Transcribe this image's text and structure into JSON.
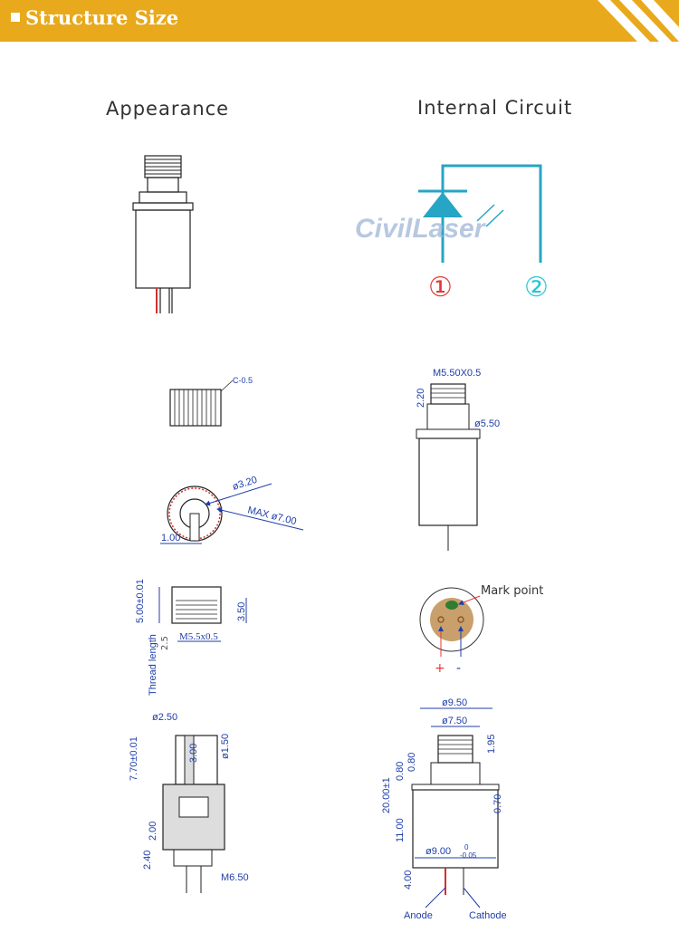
{
  "banner": {
    "title": "Structure Size"
  },
  "headings": {
    "appearance": "Appearance",
    "internal_circuit": "Internal Circuit"
  },
  "watermark": "CivilLaser",
  "circuit": {
    "pin1": "①",
    "pin2": "②",
    "pin1_color": "#e53935",
    "pin2_color": "#26c6da",
    "line_color": "#26a5c4"
  },
  "cap_top": {
    "chamfer": "C-0.5"
  },
  "cap_end": {
    "d_inner": "ø3.20",
    "d_max": "MAX ø7.00",
    "slot": "1.00"
  },
  "cap_section": {
    "height": "5.00±0.01",
    "thread_h": "3.50",
    "thread": "M5.5x0.5",
    "thread_length_label": "Thread length",
    "thread_length": "2.5"
  },
  "cap_full": {
    "d_top": "ø2.50",
    "h": "7.70±0.01",
    "d_bore": "ø1.50",
    "bore_h": "3.00",
    "h2": "2.00",
    "h3": "2.40",
    "thread": "M6.50"
  },
  "diode_side": {
    "thread": "M5.50X0.5",
    "thread_h": "2.20",
    "d_tip": "ø5.50"
  },
  "pin_view": {
    "mark": "Mark point",
    "plus": "+",
    "minus": "-"
  },
  "diode_dims": {
    "d_outer": "ø9.50",
    "d_mid": "ø7.50",
    "top_h": "1.95",
    "total_h": "20.00±1",
    "step1": "0.80",
    "step2": "0.80",
    "body_h": "11.00",
    "flange": "0.70",
    "d_body": "ø9.00",
    "tol_up": "0",
    "tol_low": "-0.05",
    "pin_h": "4.00",
    "anode": "Anode",
    "cathode": "Cathode"
  }
}
